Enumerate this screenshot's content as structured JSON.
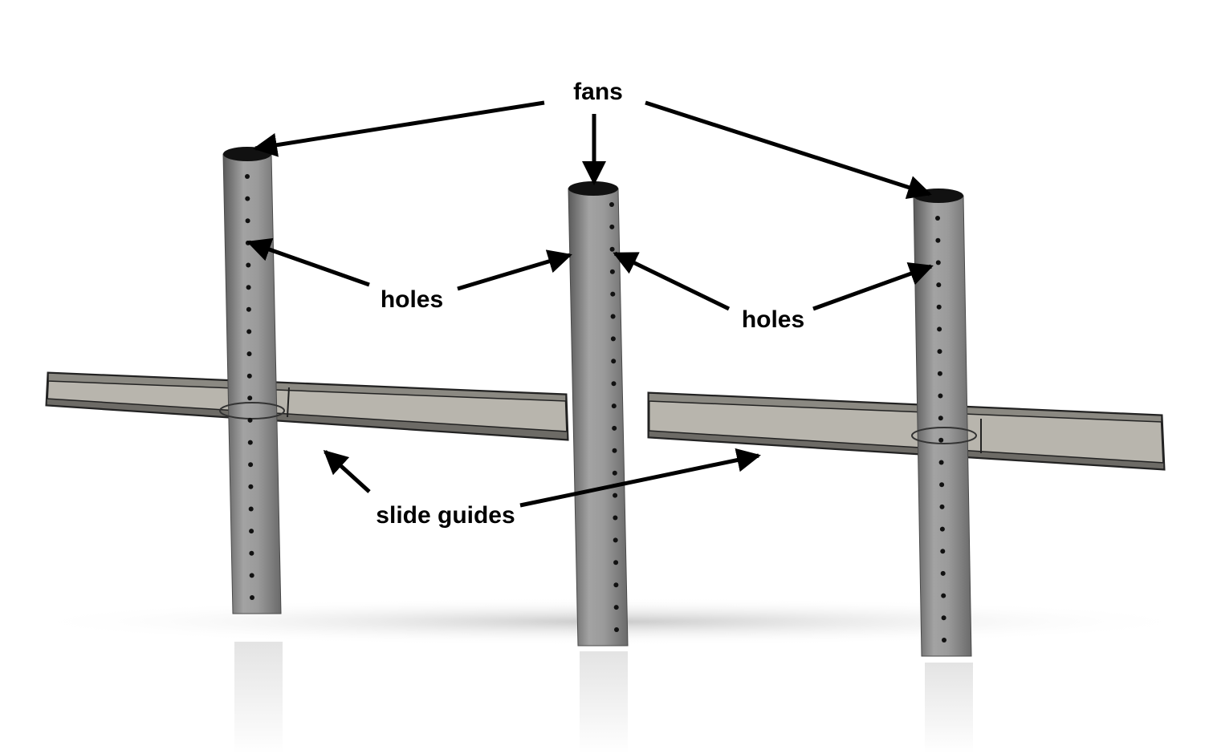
{
  "labels": {
    "fans": "fans",
    "holes_left": "holes",
    "holes_right": "holes",
    "slide_guides": "slide guides"
  },
  "colors": {
    "tube_dark": "#5f5f5f",
    "tube_mid": "#9a9a9a",
    "tube_light": "#b5b5b5",
    "rail_face": "#b9b6ae",
    "rail_edge": "#3a3a3a",
    "arrow": "#000000",
    "background": "#ffffff"
  }
}
